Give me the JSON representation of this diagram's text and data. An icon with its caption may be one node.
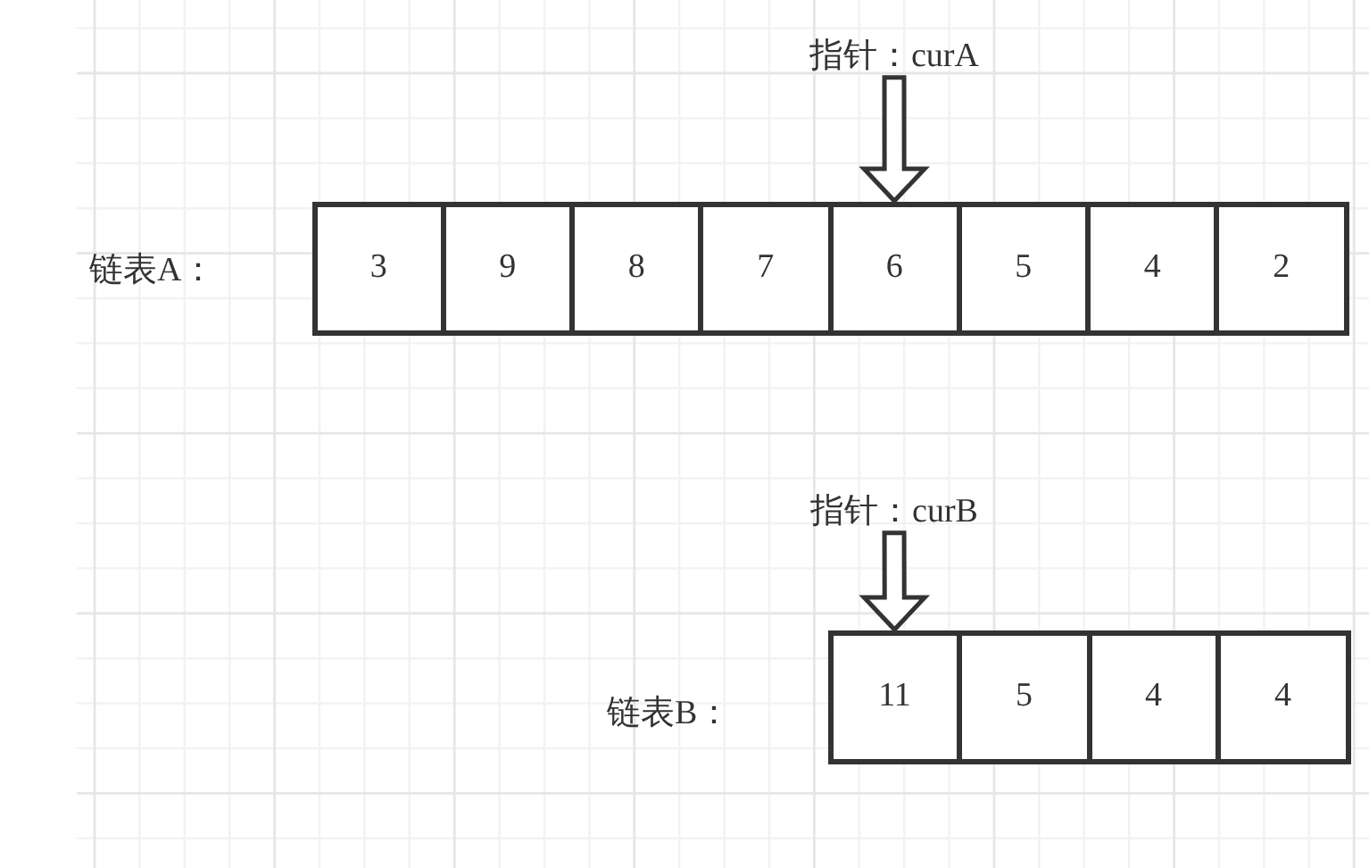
{
  "diagram": {
    "nodes": [
      {
        "text": [
          "指针：curA"
        ]
      },
      {
        "text": [
          "3"
        ]
      },
      {
        "text": [
          "9"
        ]
      },
      {
        "text": [
          "8"
        ]
      },
      {
        "text": [
          "7"
        ]
      },
      {
        "text": [
          "6"
        ]
      },
      {
        "text": [
          "5"
        ]
      },
      {
        "text": [
          "4"
        ]
      },
      {
        "text": [
          "2"
        ]
      },
      {
        "text": [
          "指针：curB"
        ]
      },
      {
        "text": [
          "11"
        ]
      },
      {
        "text": [
          "5"
        ]
      },
      {
        "text": [
          "4"
        ]
      },
      {
        "text": [
          "4"
        ]
      }
    ],
    "edges": [
      {
        "from": 0,
        "to": 5,
        "arrow": "to"
      },
      {
        "from": 9,
        "to": 10,
        "arrow": "to"
      }
    ],
    "labels": [
      "链表A：",
      "链表B："
    ]
  }
}
